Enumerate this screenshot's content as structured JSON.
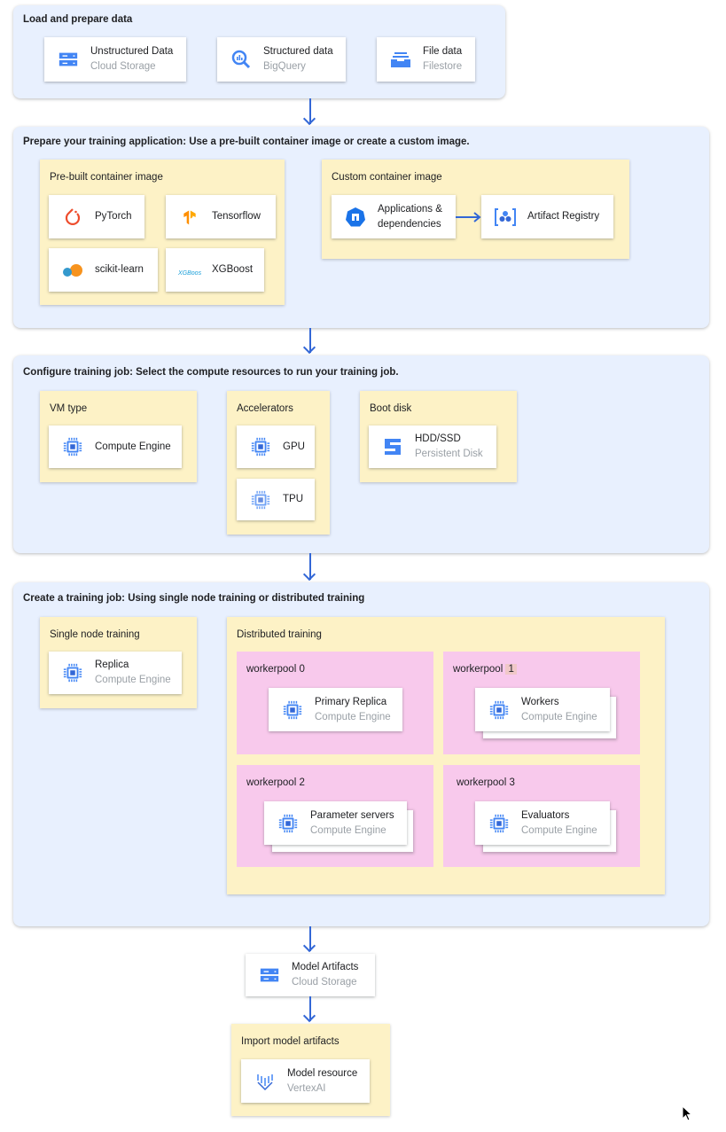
{
  "colors": {
    "section": "#e8f0fe",
    "group": "#fdf2c6",
    "workerpool": "#f8c9ec",
    "arrow": "#3367d6",
    "icon": "#4285f4"
  },
  "load": {
    "title": "Load and prepare data",
    "cards": [
      {
        "title": "Unstructured Data",
        "sub": "Cloud Storage",
        "icon": "storage-icon"
      },
      {
        "title": "Structured data",
        "sub": "BigQuery",
        "icon": "bigquery-icon"
      },
      {
        "title": "File data",
        "sub": "Filestore",
        "icon": "filestore-icon"
      }
    ]
  },
  "prepare": {
    "title": "Prepare your training application: Use a pre-built container image or create a custom image.",
    "prebuilt": {
      "title": "Pre-built container image",
      "cards": [
        {
          "title": "PyTorch"
        },
        {
          "title": "Tensorflow"
        },
        {
          "title": "scikit-learn"
        },
        {
          "title": "XGBoost"
        }
      ]
    },
    "custom": {
      "title": "Custom container image",
      "cards": [
        {
          "title": "Applications &",
          "title2": "dependencies"
        },
        {
          "title": "Artifact Registry"
        }
      ]
    }
  },
  "configure": {
    "title": "Configure training job: Select the compute resources to run your training job.",
    "vm": {
      "title": "VM type",
      "card": "Compute Engine"
    },
    "accel": {
      "title": "Accelerators",
      "gpu": "GPU",
      "tpu": "TPU"
    },
    "disk": {
      "title": "Boot disk",
      "card": "HDD/SSD",
      "sub": "Persistent Disk"
    }
  },
  "create": {
    "title": "Create a training job: Using single node training or distributed training",
    "single": {
      "title": "Single node training",
      "card": "Replica",
      "sub": "Compute Engine"
    },
    "distributed": {
      "title": "Distributed training",
      "pools": [
        {
          "title": "workerpool 0",
          "card": "Primary Replica",
          "sub": "Compute Engine"
        },
        {
          "title": "workerpool",
          "num": "1",
          "card": "Workers",
          "sub": "Compute Engine"
        },
        {
          "title": "workerpool 2",
          "card": "Parameter servers",
          "sub": "Compute Engine"
        },
        {
          "title": "workerpool 3",
          "card": "Evaluators",
          "sub": "Compute Engine"
        }
      ]
    }
  },
  "artifacts": {
    "title": "Model Artifacts",
    "sub": "Cloud Storage"
  },
  "import": {
    "title": "Import model artifacts",
    "card": "Model resource",
    "sub": "VertexAI"
  }
}
